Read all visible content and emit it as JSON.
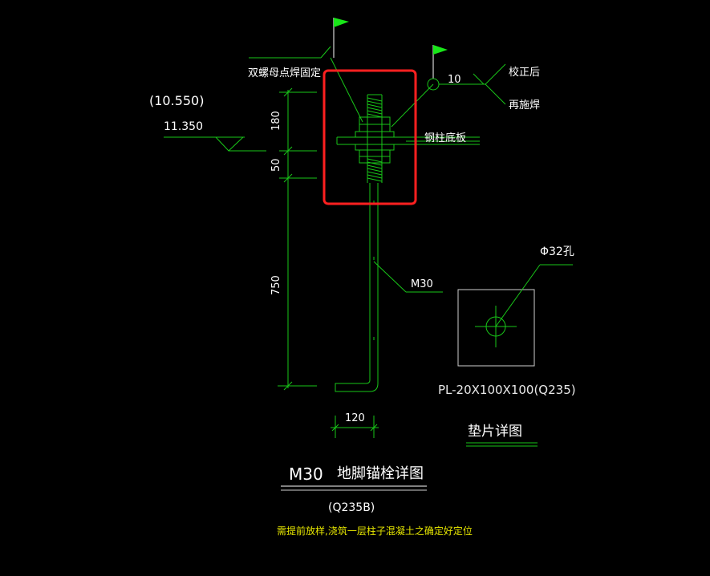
{
  "colors": {
    "background": "#000000",
    "dimension_line": "#19c619",
    "text_white": "#ffffff",
    "note_yellow": "#e6e600",
    "highlight_box": "#ff2020"
  },
  "labels": {
    "elev_paren": "(10.550)",
    "elev_value": "11.350",
    "double_nut": "双螺母点焊固定",
    "weld_size": "10",
    "after_correct": "校正后",
    "then_weld": "再施焊",
    "base_plate": "钢柱底板",
    "bolt_spec": "M30",
    "hole_spec": "Φ32孔",
    "plate_spec": "PL-20X100X100(Q235)",
    "washer_title": "垫片详图",
    "main_title_code": "M30",
    "main_title_text": "地脚锚栓详图",
    "material": "(Q235B)",
    "note": "需提前放样,浇筑一层柱子混凝土之确定好定位"
  },
  "dimensions": {
    "d180": "180",
    "d50": "50",
    "d750": "750",
    "d120": "120"
  }
}
